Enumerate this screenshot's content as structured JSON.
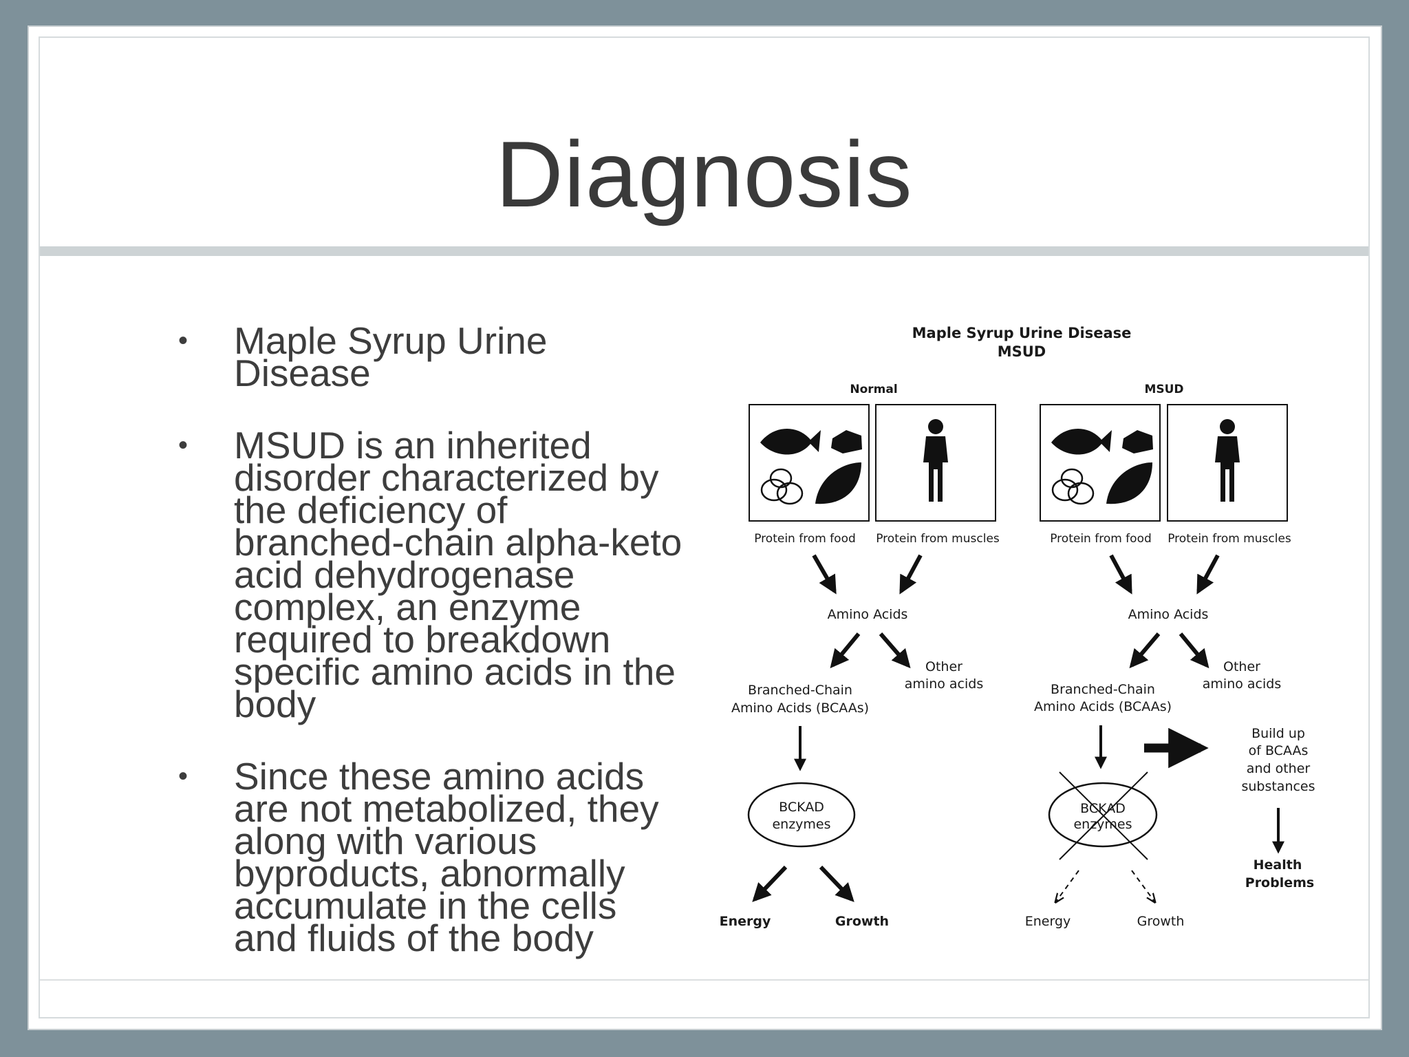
{
  "slide": {
    "title": "Diagnosis",
    "bullets": [
      {
        "lines": [
          "Maple Syrup Urine",
          "Disease"
        ]
      },
      {
        "lines": [
          "MSUD is an inherited",
          "disorder characterized by",
          "the deficiency of",
          "branched-chain alpha-keto",
          "acid dehydrogenase",
          "complex, an enzyme",
          "required to breakdown",
          "specific amino acids in the",
          "body"
        ]
      },
      {
        "lines": [
          "Since these amino acids",
          "are not metabolized, they",
          "along with various",
          "byproducts, abnormally",
          "accumulate in the cells",
          "and fluids of the body"
        ]
      }
    ]
  },
  "diagram": {
    "title_line1": "Maple Syrup Urine Disease",
    "title_line2": "MSUD",
    "normal": {
      "heading": "Normal",
      "food_label": "Protein from food",
      "muscle_label": "Protein from muscles",
      "amino_acids": "Amino Acids",
      "other_line1": "Other",
      "other_line2": "amino acids",
      "bcaa_line1": "Branched-Chain",
      "bcaa_line2": "Amino Acids (BCAAs)",
      "enzyme_line1": "BCKAD",
      "enzyme_line2": "enzymes",
      "energy": "Energy",
      "growth": "Growth"
    },
    "msud": {
      "heading": "MSUD",
      "food_label": "Protein from food",
      "muscle_label": "Protein from muscles",
      "amino_acids": "Amino Acids",
      "other_line1": "Other",
      "other_line2": "amino acids",
      "bcaa_line1": "Branched-Chain",
      "bcaa_line2": "Amino Acids (BCAAs)",
      "enzyme_line1": "BCKAD",
      "enzyme_line2": "enzymes",
      "energy": "Energy",
      "growth": "Growth",
      "buildup_lines": [
        "Build up",
        "of BCAAs",
        "and other",
        "substances"
      ],
      "health_line1": "Health",
      "health_line2": "Problems"
    }
  }
}
